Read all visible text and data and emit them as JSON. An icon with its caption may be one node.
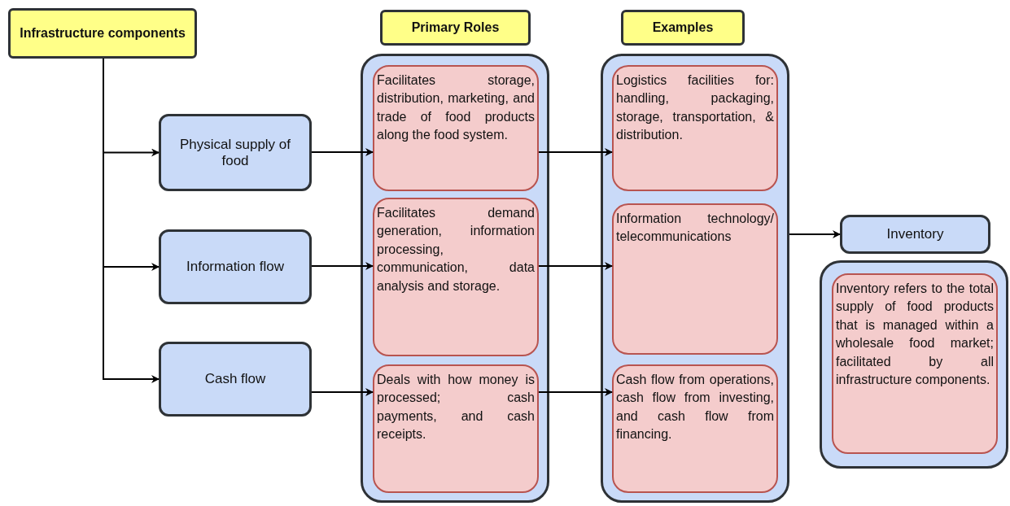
{
  "diagram": {
    "nodes": [
      {
        "text": [
          "Infrastructure components"
        ]
      },
      {
        "text": [
          "Primary Roles"
        ]
      },
      {
        "text": [
          "Examples"
        ]
      },
      {
        "text": [
          "Physical supply of food"
        ]
      },
      {
        "text": [
          "Information flow"
        ]
      },
      {
        "text": [
          "Cash flow"
        ]
      },
      {
        "text": [],
        "shape": "box"
      },
      {
        "text": [
          "Facilitates storage, distribution, marketing, and trade of food products along the food system."
        ],
        "in": 6
      },
      {
        "text": [
          "Facilitates demand generation, information processing, communication, data analysis and storage."
        ],
        "in": 6
      },
      {
        "text": [
          "Deals with how money is processed; cash payments, and cash receipts."
        ],
        "in": 6
      },
      {
        "text": [],
        "shape": "box"
      },
      {
        "text": [
          "Logistics facilities for: handling, packaging, storage, transportation, & distribution."
        ],
        "in": 10
      },
      {
        "text": [
          "Information technology/ telecommunications"
        ],
        "in": 10
      },
      {
        "text": [
          "Cash flow from operations, cash flow from investing, and cash flow from financing."
        ],
        "in": 10
      },
      {
        "text": [
          "Inventory"
        ]
      },
      {
        "text": [],
        "shape": "box"
      },
      {
        "text": [
          "Inventory refers to the total supply of food products that is managed within a wholesale food market; facilitated by all infrastructure components."
        ],
        "in": 15
      }
    ],
    "edges": [
      {
        "from": 0,
        "to": 3,
        "arrow": "to"
      },
      {
        "from": 0,
        "to": 4,
        "arrow": "to"
      },
      {
        "from": 0,
        "to": 5,
        "arrow": "to"
      },
      {
        "from": 3,
        "to": 7,
        "arrow": "to"
      },
      {
        "from": 4,
        "to": 8,
        "arrow": "to"
      },
      {
        "from": 5,
        "to": 9,
        "arrow": "to"
      },
      {
        "from": 7,
        "to": 11,
        "arrow": "to"
      },
      {
        "from": 8,
        "to": 12,
        "arrow": "to"
      },
      {
        "from": 9,
        "to": 13,
        "arrow": "to"
      },
      {
        "from": 10,
        "to": 14,
        "arrow": "to"
      }
    ]
  }
}
